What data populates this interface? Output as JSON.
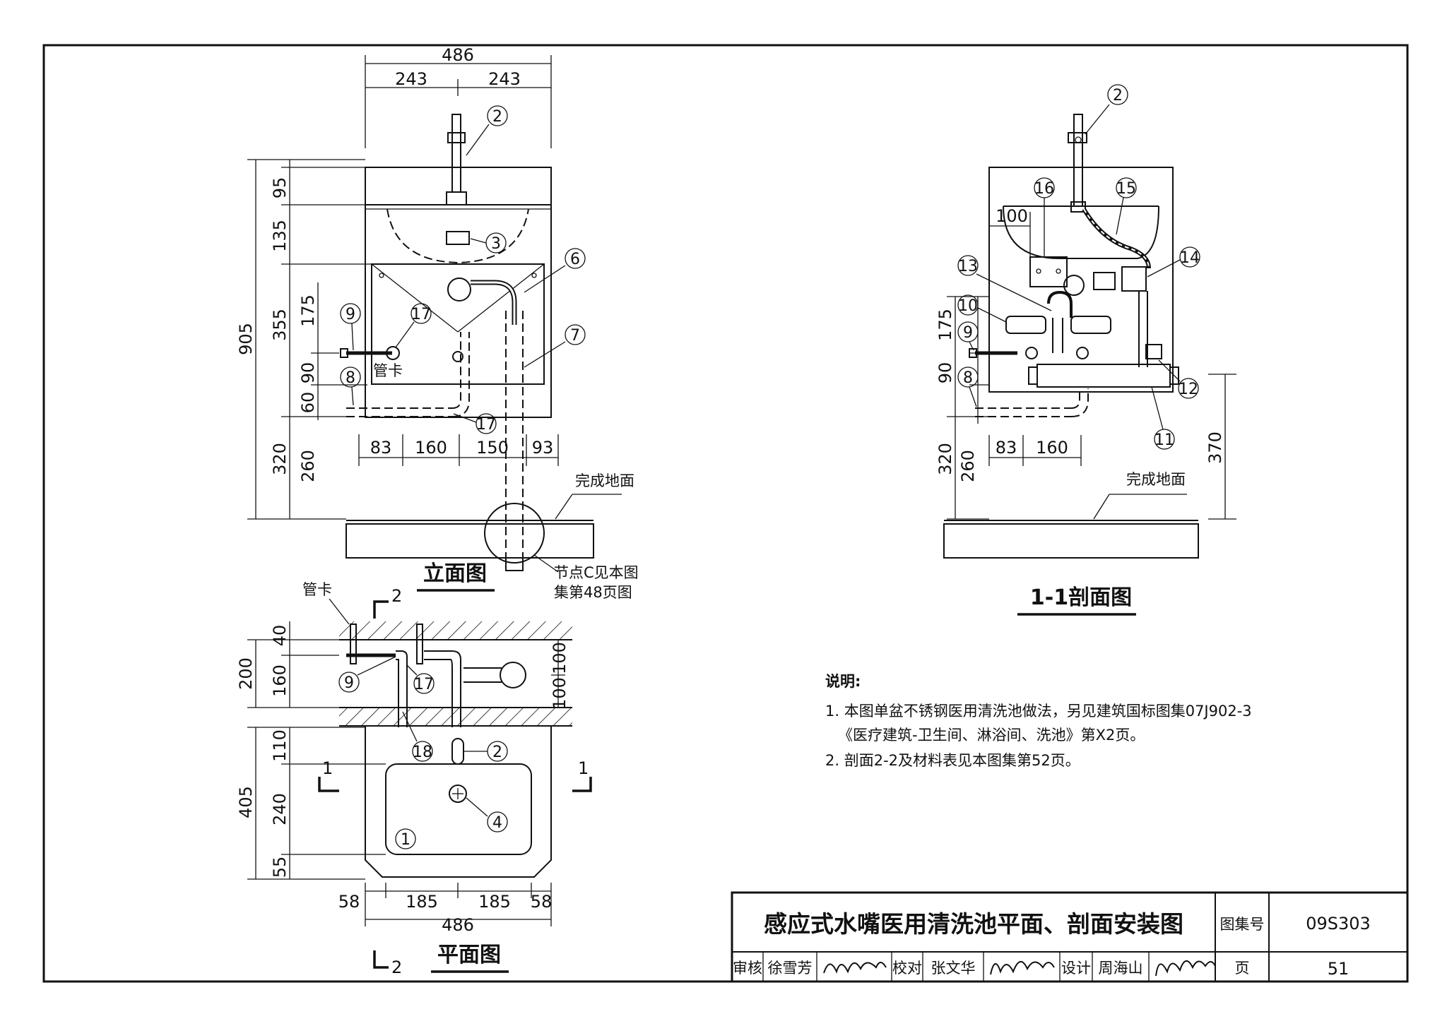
{
  "elevation": {
    "title": "立面图",
    "dims_top": [
      "486",
      "243",
      "243"
    ],
    "dims_left": [
      "905",
      "95",
      "135",
      "355",
      "175",
      "90",
      "60",
      "320",
      "260"
    ],
    "dims_bottom": [
      "83",
      "160",
      "150",
      "93"
    ],
    "floor_label": "完成地面",
    "node_note_line1": "节点C见本图",
    "node_note_line2": "集第48页图",
    "clip_label": "管卡",
    "callouts": [
      "2",
      "3",
      "6",
      "7",
      "9",
      "17",
      "8",
      "17"
    ]
  },
  "plan": {
    "title": "平面图",
    "clip_label": "管卡",
    "dims_left": [
      "40",
      "200",
      "160",
      "110",
      "405",
      "240",
      "55"
    ],
    "dims_right": [
      "100",
      "100"
    ],
    "dims_bottom": [
      "58",
      "185",
      "185",
      "58",
      "486"
    ],
    "section_marks": [
      "2",
      "1",
      "1",
      "2"
    ],
    "callouts": [
      "9",
      "17",
      "18",
      "2",
      "4",
      "1"
    ]
  },
  "section": {
    "title": "1-1剖面图",
    "dims_left": [
      "175",
      "90",
      "320",
      "260"
    ],
    "dims_inner": [
      "100",
      "83",
      "160"
    ],
    "dims_right": [
      "370"
    ],
    "floor_label": "完成地面",
    "callouts": [
      "2",
      "16",
      "15",
      "14",
      "13",
      "10",
      "9",
      "8",
      "12",
      "11"
    ]
  },
  "notes": {
    "heading": "说明:",
    "line1": "1. 本图单盆不锈钢医用清洗池做法，另见建筑国标图集07J902-3",
    "line2": "《医疗建筑-卫生间、淋浴间、洗池》第X2页。",
    "line3": "2. 剖面2-2及材料表见本图集第52页。"
  },
  "title_block": {
    "title": "感应式水嘴医用清洗池平面、剖面安装图",
    "atlas_no_label": "图集号",
    "atlas_no": "09S303",
    "page_label": "页",
    "page_no": "51",
    "review_label": "审核",
    "reviewer": "徐雪芳",
    "check_label": "校对",
    "checker": "张文华",
    "design_label": "设计",
    "designer": "周海山"
  }
}
